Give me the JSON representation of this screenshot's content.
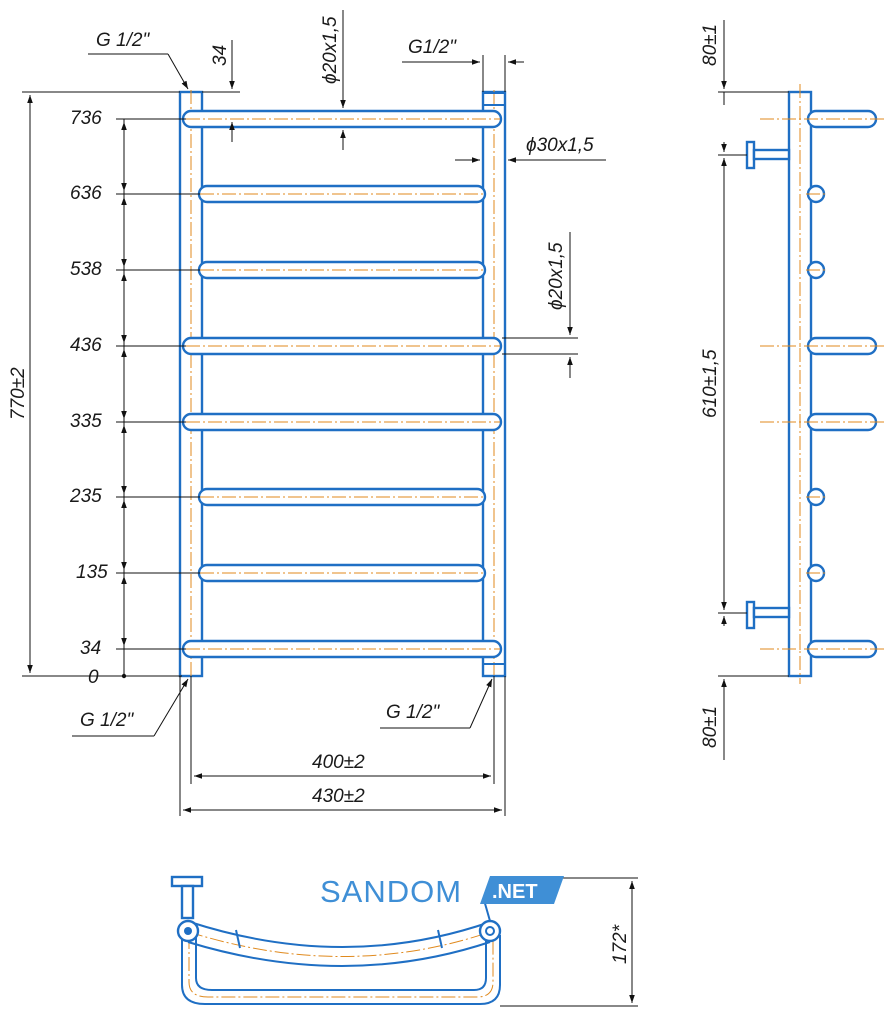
{
  "front_view": {
    "thread_top_left": "G 1/2\"",
    "thread_top_right": "G1/2\"",
    "thread_bottom_left": "G 1/2\"",
    "thread_bottom_right": "G 1/2\"",
    "top_offset": "34",
    "rung_diameter_top": "ϕ20x1,5",
    "rung_diameter_mid": "ϕ20x1,5",
    "collector_diameter": "ϕ30x1,5",
    "total_height": "770±2",
    "width_inner": "400±2",
    "width_outer": "430±2",
    "rung_heights": [
      "736",
      "636",
      "538",
      "436",
      "335",
      "235",
      "135",
      "34",
      "0"
    ]
  },
  "side_view": {
    "top_offset": "80±1",
    "mount_distance": "610±1,5",
    "bottom_offset": "80±1"
  },
  "top_view": {
    "depth": "172*"
  },
  "brand": {
    "name": "SANDOM",
    "tld": ".NET",
    "color": "#3f8fd6"
  },
  "colors": {
    "tube": "#1f6fc4",
    "axis": "#e08a1e",
    "dimension": "#111111"
  }
}
